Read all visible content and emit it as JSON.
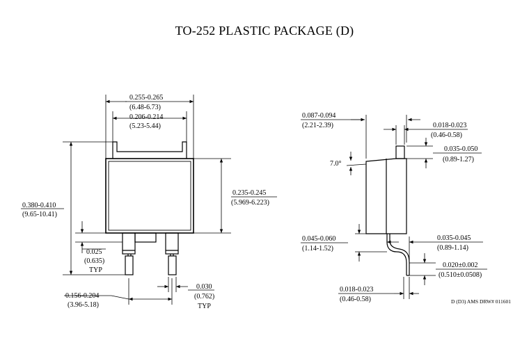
{
  "title": "TO-252 PLASTIC PACKAGE (D)",
  "drawing_number": "D (D3) AMS DRW# 011601",
  "front_view": {
    "overall_width": {
      "inch": "0.255-0.265",
      "mm": "(6.48-6.73)"
    },
    "tab_width": {
      "inch": "0.206-0.214",
      "mm": "(5.23-5.44)"
    },
    "body_height": {
      "inch": "0.235-0.245",
      "mm": "(5.969-6.223)"
    },
    "overall_height": {
      "inch": "0.380-0.410",
      "mm": "(9.65-10.41)"
    },
    "lead_offset": {
      "inch": "0.025",
      "mm": "(0.635)",
      "note": "TYP"
    },
    "lead_pitch": {
      "inch": "0.156-0.204",
      "mm": "(3.96-5.18)"
    },
    "lead_width": {
      "inch": "0.030",
      "mm": "(0.762)",
      "note": "TYP"
    }
  },
  "side_view": {
    "body_thickness": {
      "inch": "0.087-0.094",
      "mm": "(2.21-2.39)"
    },
    "tab_thickness": {
      "inch": "0.018-0.023",
      "mm": "(0.46-0.58)"
    },
    "tab_height": {
      "inch": "0.035-0.050",
      "mm": "(0.89-1.27)"
    },
    "draft_angle": "7.0°",
    "standoff": {
      "inch": "0.045-0.060",
      "mm": "(1.14-1.52)"
    },
    "lead_step": {
      "inch": "0.035-0.045",
      "mm": "(0.89-1.14)"
    },
    "lead_length": {
      "inch": "0.020±0.002",
      "mm": "(0.510±0.0508)"
    },
    "lead_thickness": {
      "inch": "0.018-0.023",
      "mm": "(0.46-0.58)"
    }
  }
}
